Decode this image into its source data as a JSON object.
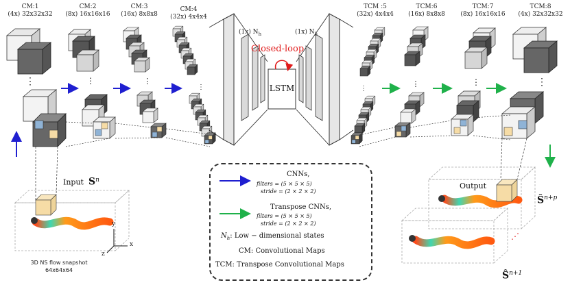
{
  "encoder_maps": [
    {
      "name": "CM:1",
      "dims": "(4x) 32x32x32"
    },
    {
      "name": "CM:2",
      "dims": "(8x) 16x16x16"
    },
    {
      "name": "CM:3",
      "dims": "(16x) 8x8x8"
    },
    {
      "name": "CM:4",
      "dims": "(32x) 4x4x4"
    }
  ],
  "decoder_maps": [
    {
      "name": "TCM :5",
      "dims": "(32x) 4x4x4"
    },
    {
      "name": "TCM:6",
      "dims": "(16x) 8x8x8"
    },
    {
      "name": "TCM:7",
      "dims": "(8x) 16x16x16"
    },
    {
      "name": "TCM:8",
      "dims": "(4x) 32x32x32"
    }
  ],
  "latent_left": "(1x) N",
  "latent_right": "(1x) N",
  "latent_sub": "h",
  "lstm_label": "LSTM",
  "closed_loop": "Closed-loop",
  "input_label": "Input",
  "input_symbol": "S",
  "input_sup": "n",
  "snapshot_caption": [
    "3D NS flow snapshot",
    "64x64x64"
  ],
  "output_label": "Output",
  "output_symbol_p": "Ŝ",
  "output_sup_p": "n+p",
  "output_symbol_1": "Ŝ",
  "output_sup_1": "n+1",
  "axes": {
    "x": "x",
    "y": "y",
    "z": "z"
  },
  "legend": {
    "cnn_title": "CNNs,",
    "cnn_filters": "filters = (5 × 5 × 5)",
    "cnn_stride": "stride = (2 × 2 × 2)",
    "tcnn_title": "Transpose CNNs,",
    "tcnn_filters": "filters = (5 × 5 × 5)",
    "tcnn_stride": "stride = (2 × 2 × 2)",
    "nh_symbol": "N",
    "nh_sub": "h",
    "nh_text": ":   Low − dimensional states",
    "cm_text": "CM:       Convolutional Maps",
    "tcm_text": "TCM: Transpose Convolutional Maps"
  },
  "colors": {
    "blue_arrow": "#1f1fd0",
    "green_arrow": "#1fb14a",
    "closed_loop": "#e01b1b",
    "highlight_cube": "#f6dca6"
  }
}
